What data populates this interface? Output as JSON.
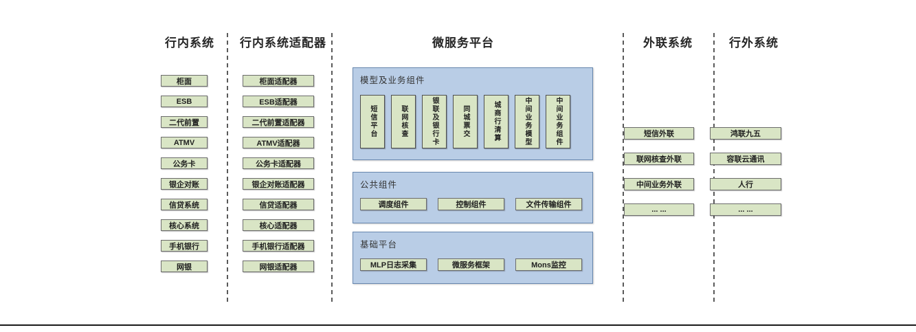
{
  "headers": {
    "col1": "行内系统",
    "col2": "行内系统适配器",
    "col3": "微服务平台",
    "col4": "外联系统",
    "col5": "行外系统"
  },
  "inbank_systems": [
    "柜面",
    "ESB",
    "二代前置",
    "ATMV",
    "公务卡",
    "银企对账",
    "信贷系统",
    "核心系统",
    "手机银行",
    "网银"
  ],
  "inbank_adapters": [
    "柜面适配器",
    "ESB适配器",
    "二代前置适配器",
    "ATMV适配器",
    "公务卡适配器",
    "银企对账适配器",
    "信贷适配器",
    "核心适配器",
    "手机银行适配器",
    "网银适配器"
  ],
  "platform": {
    "model_panel": {
      "title": "模型及业务组件",
      "boxes": [
        "短信平台",
        "联网核查",
        "银联及银行卡",
        "同城票交",
        "城商行清算",
        "中间业务模型",
        "中间业务组件"
      ]
    },
    "common_panel": {
      "title": "公共组件",
      "boxes": [
        "调度组件",
        "控制组件",
        "文件传输组件"
      ]
    },
    "base_panel": {
      "title": "基础平台",
      "boxes": [
        "MLP日志采集",
        "微服务框架",
        "Mons监控"
      ]
    }
  },
  "external_link_systems": [
    "短信外联",
    "联网核查外联",
    "中间业务外联",
    "... ..."
  ],
  "outbank_systems": [
    "鸿联九五",
    "容联云通讯",
    "人行",
    "... ..."
  ],
  "colors": {
    "box_fill": "#d9e5c5",
    "box_border": "#6b6b6b",
    "panel_fill": "#b9cde6",
    "panel_border": "#6787ae",
    "dash_line": "#595959",
    "bottom_rule": "#1a1a1a"
  }
}
